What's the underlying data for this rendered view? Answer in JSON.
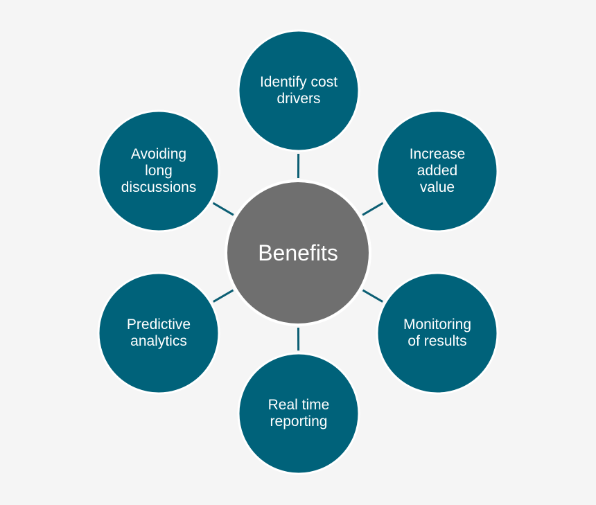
{
  "diagram": {
    "center": {
      "label": "Benefits"
    },
    "nodes": [
      {
        "id": "identify-cost-drivers",
        "label": "Identify cost\ndrivers"
      },
      {
        "id": "increase-added-value",
        "label": "Increase\nadded\nvalue"
      },
      {
        "id": "monitoring-of-results",
        "label": "Monitoring\nof results"
      },
      {
        "id": "real-time-reporting",
        "label": "Real time\nreporting"
      },
      {
        "id": "predictive-analytics",
        "label": "Predictive\nanalytics"
      },
      {
        "id": "avoiding-long-discussions",
        "label": "Avoiding\nlong\ndiscussions"
      }
    ],
    "colors": {
      "background": "#f5f5f5",
      "node_fill": "#00627a",
      "center_fill": "#6f6f6f",
      "connector": "#0b5e73",
      "outline": "#ffffff",
      "text": "#ffffff"
    }
  }
}
